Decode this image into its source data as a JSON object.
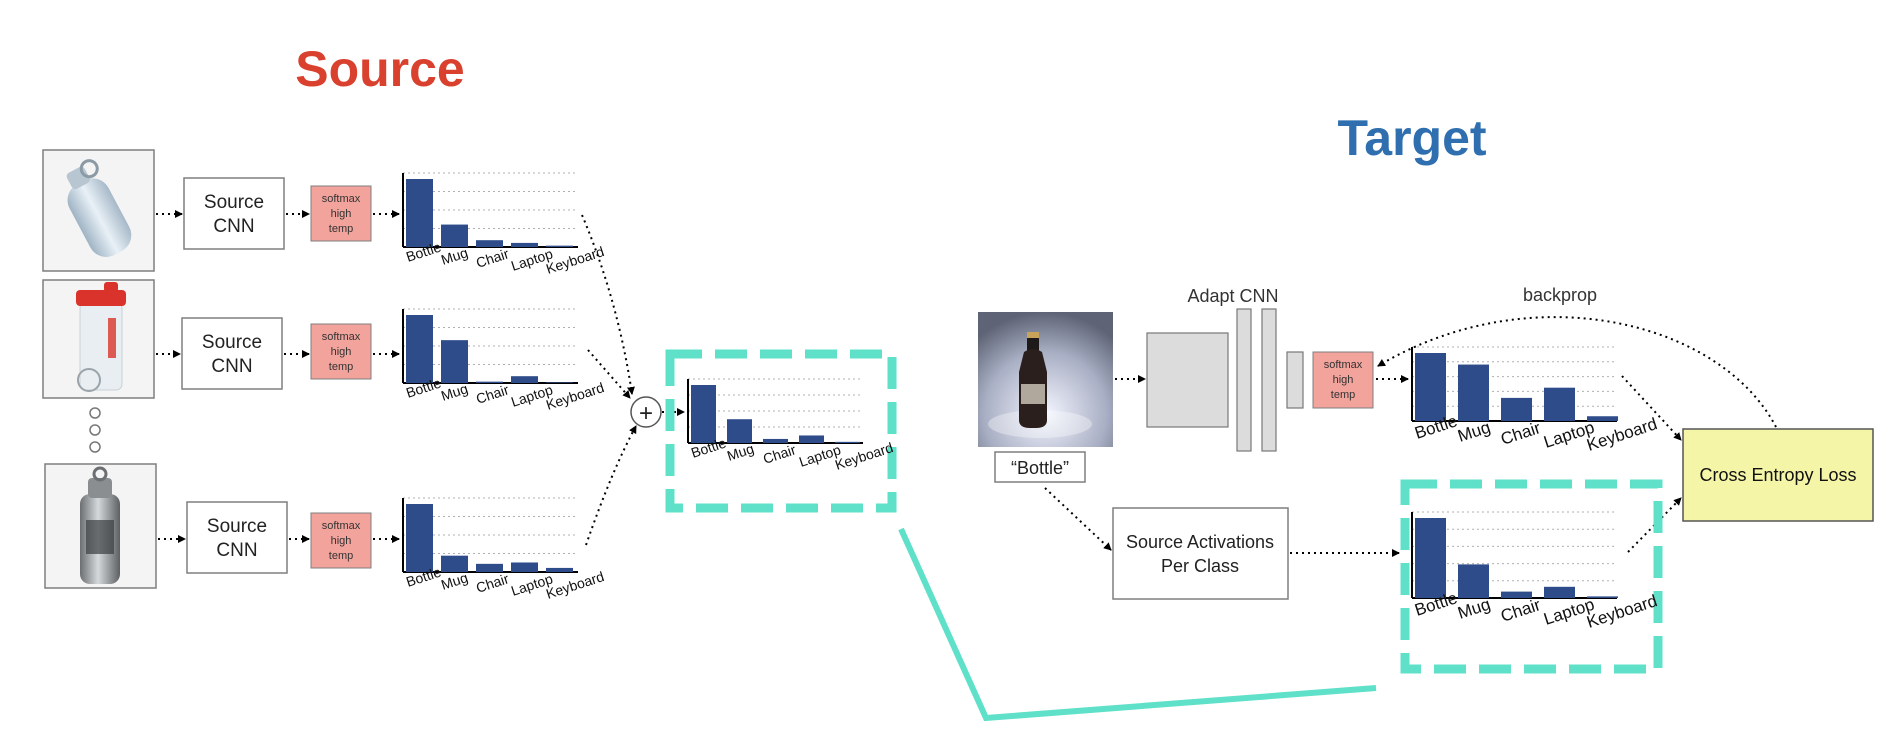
{
  "titles": {
    "source": "Source",
    "target": "Target"
  },
  "colors": {
    "source_title": "#d9412e",
    "target_title": "#2f6fb0",
    "bar": "#2e4b8a",
    "softmax": "#f2a39c",
    "highlight": "#5fe0c8",
    "loss_box": "#f5f5a8"
  },
  "source_cnn": {
    "line1": "Source",
    "line2": "CNN"
  },
  "softmax": {
    "line1": "softmax",
    "line2": "high",
    "line3": "temp"
  },
  "sum_symbol": "+",
  "adapt_cnn_label": "Adapt CNN",
  "backprop_label": "backprop",
  "bottle_caption": "“Bottle”",
  "source_activations": {
    "line1": "Source Activations",
    "line2": "Per Class"
  },
  "loss_label": "Cross Entropy Loss",
  "image_icons": [
    "water-bottle-image",
    "shaker-bottle-image",
    "steel-bottle-image",
    "beer-bottle-photo"
  ],
  "chart_data": [
    {
      "type": "bar",
      "categories": [
        "Bottle",
        "Mug",
        "Chair",
        "Laptop",
        "Keyboard"
      ],
      "values": [
        1.0,
        0.33,
        0.1,
        0.06,
        0.02
      ]
    },
    {
      "type": "bar",
      "categories": [
        "Bottle",
        "Mug",
        "Chair",
        "Laptop",
        "Keyboard"
      ],
      "values": [
        1.0,
        0.63,
        0.02,
        0.1,
        0.01
      ]
    },
    {
      "type": "bar",
      "categories": [
        "Bottle",
        "Mug",
        "Chair",
        "Laptop",
        "Keyboard"
      ],
      "values": [
        1.0,
        0.24,
        0.12,
        0.14,
        0.06
      ]
    },
    {
      "type": "bar",
      "categories": [
        "Bottle",
        "Mug",
        "Chair",
        "Laptop",
        "Keyboard"
      ],
      "values": [
        1.0,
        0.41,
        0.07,
        0.13,
        0.02
      ]
    },
    {
      "type": "bar",
      "categories": [
        "Bottle",
        "Mug",
        "Chair",
        "Laptop",
        "Keyboard"
      ],
      "values": [
        1.0,
        0.83,
        0.34,
        0.49,
        0.07
      ]
    },
    {
      "type": "bar",
      "categories": [
        "Bottle",
        "Mug",
        "Chair",
        "Laptop",
        "Keyboard"
      ],
      "values": [
        1.0,
        0.42,
        0.08,
        0.14,
        0.02
      ]
    }
  ]
}
